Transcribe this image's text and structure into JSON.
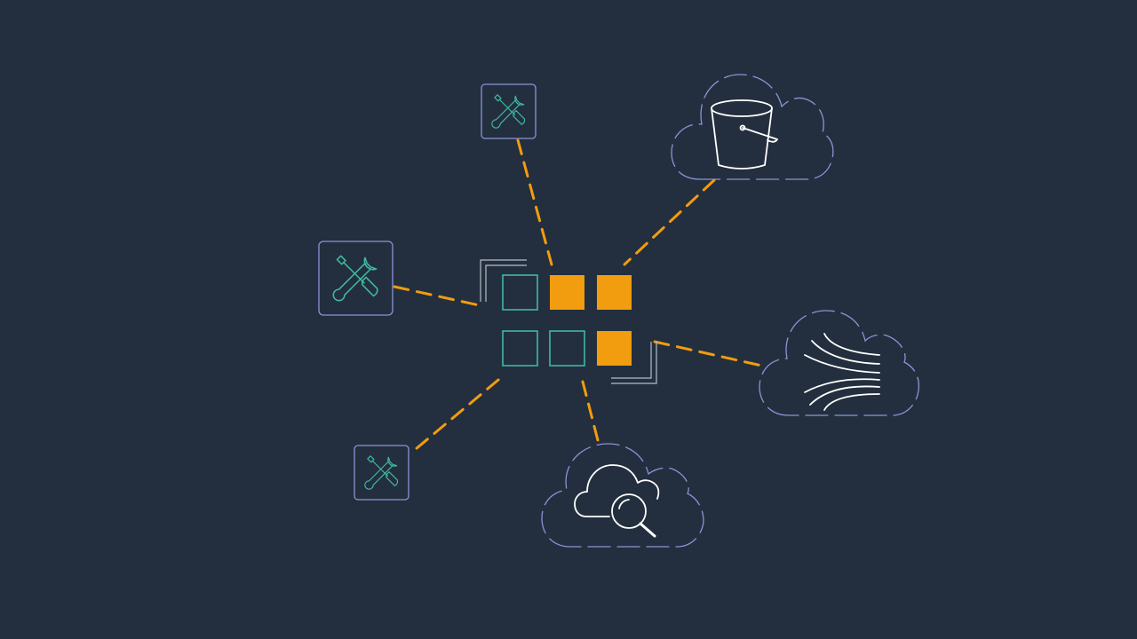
{
  "colors": {
    "background": "#232f3e",
    "accent_orange": "#f29c0f",
    "accent_teal": "#3fb9a0",
    "outline_lavender": "#8c93d6",
    "icon_white": "#ffffff"
  },
  "hub": {
    "grid": [
      [
        "empty",
        "filled",
        "filled"
      ],
      [
        "empty",
        "empty",
        "filled"
      ]
    ]
  },
  "nodes": [
    {
      "id": "tool-top",
      "icon": "wrench-screwdriver-icon"
    },
    {
      "id": "tool-left",
      "icon": "wrench-screwdriver-icon"
    },
    {
      "id": "tool-bottom-left",
      "icon": "wrench-screwdriver-icon"
    },
    {
      "id": "cloud-bucket",
      "icon": "bucket-icon"
    },
    {
      "id": "cloud-stream",
      "icon": "data-stream-icon"
    },
    {
      "id": "cloud-search",
      "icon": "cloud-search-icon"
    }
  ]
}
